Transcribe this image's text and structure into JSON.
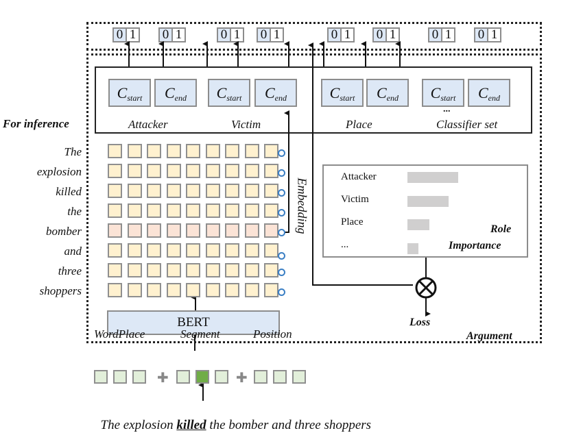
{
  "diagram": {
    "output_bits": [
      {
        "zero": "0",
        "one": "1"
      },
      {
        "zero": "0",
        "one": "1"
      },
      {
        "zero": "0",
        "one": "1"
      },
      {
        "zero": "0",
        "one": "1"
      },
      {
        "zero": "0",
        "one": "1"
      },
      {
        "zero": "0",
        "one": "1"
      },
      {
        "zero": "0",
        "one": "1"
      },
      {
        "zero": "0",
        "one": "1"
      }
    ],
    "inference_label": "For inference",
    "classifiers": {
      "start_symbol": "C",
      "start_sub": "start",
      "end_symbol": "C",
      "end_sub": "end",
      "roles": [
        "Attacker",
        "Victim",
        "Place",
        "Classifier set"
      ],
      "ellipsis": "..."
    },
    "tokens": [
      "The",
      "explosion",
      "killed",
      "the",
      "bomber",
      "and",
      "three",
      "shoppers"
    ],
    "highlighted_token": "bomber",
    "embedding_label": "Embedding",
    "encoder_label": "BERT",
    "role_importance": {
      "title_line1": "Role",
      "title_line2": "Importance",
      "roles": [
        {
          "label": "Attacker",
          "importance": 1.0
        },
        {
          "label": "Victim",
          "importance": 0.81
        },
        {
          "label": "Place",
          "importance": 0.43
        },
        {
          "label": "...",
          "importance": 0.22
        }
      ]
    },
    "loss_label": "Loss",
    "module_label": "Argument",
    "input_embeddings": {
      "labels": [
        "WordPlace",
        "Segment",
        "Position"
      ],
      "plus_symbol": "✚",
      "active_segment_index": 1
    },
    "sentence": {
      "before": "The explosion ",
      "trigger": "killed",
      "after": " the bomber and three shoppers"
    }
  }
}
